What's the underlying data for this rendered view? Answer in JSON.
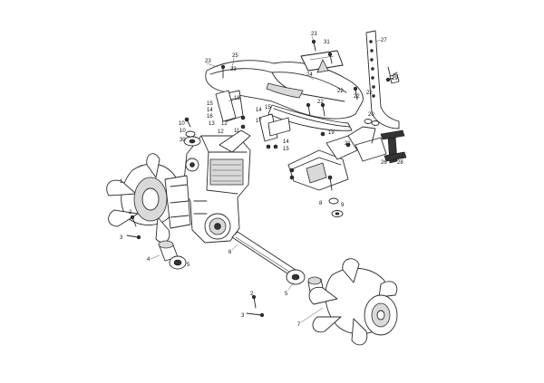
{
  "diagram": {
    "callouts": [
      {
        "id": "c23a",
        "label": "23"
      },
      {
        "id": "c31",
        "label": "31"
      },
      {
        "id": "c27",
        "label": "27"
      },
      {
        "id": "c25",
        "label": "25"
      },
      {
        "id": "c23b",
        "label": "23"
      },
      {
        "id": "c23c",
        "label": "23"
      },
      {
        "id": "c24",
        "label": "24"
      },
      {
        "id": "c29",
        "label": "29"
      },
      {
        "id": "c18",
        "label": "18"
      },
      {
        "id": "c22a",
        "label": "22"
      },
      {
        "id": "c22b",
        "label": "22"
      },
      {
        "id": "c22c",
        "label": "22"
      },
      {
        "id": "c22d",
        "label": "22"
      },
      {
        "id": "c14a",
        "label": "14"
      },
      {
        "id": "c14b",
        "label": "14"
      },
      {
        "id": "c14c",
        "label": "14"
      },
      {
        "id": "c15a",
        "label": "15"
      },
      {
        "id": "c15b",
        "label": "15"
      },
      {
        "id": "c15c",
        "label": "15"
      },
      {
        "id": "c16",
        "label": "16"
      },
      {
        "id": "c13",
        "label": "13"
      },
      {
        "id": "c12a",
        "label": "12"
      },
      {
        "id": "c12b",
        "label": "12"
      },
      {
        "id": "c11",
        "label": "11"
      },
      {
        "id": "c10a",
        "label": "10"
      },
      {
        "id": "c10b",
        "label": "10"
      },
      {
        "id": "c17",
        "label": "17"
      },
      {
        "id": "c30",
        "label": "30"
      },
      {
        "id": "c19",
        "label": "19"
      },
      {
        "id": "c20",
        "label": "20"
      },
      {
        "id": "c21",
        "label": "21"
      },
      {
        "id": "c26",
        "label": "26"
      },
      {
        "id": "c28",
        "label": "28"
      },
      {
        "id": "c1",
        "label": "1"
      },
      {
        "id": "c2a",
        "label": "2"
      },
      {
        "id": "c2b",
        "label": "2"
      },
      {
        "id": "c3a",
        "label": "3"
      },
      {
        "id": "c3b",
        "label": "3"
      },
      {
        "id": "c4",
        "label": "4"
      },
      {
        "id": "c5a",
        "label": "5"
      },
      {
        "id": "c5b",
        "label": "5"
      },
      {
        "id": "c6",
        "label": "6"
      },
      {
        "id": "c7",
        "label": "7"
      },
      {
        "id": "c8",
        "label": "8"
      },
      {
        "id": "c9",
        "label": "9"
      }
    ]
  }
}
